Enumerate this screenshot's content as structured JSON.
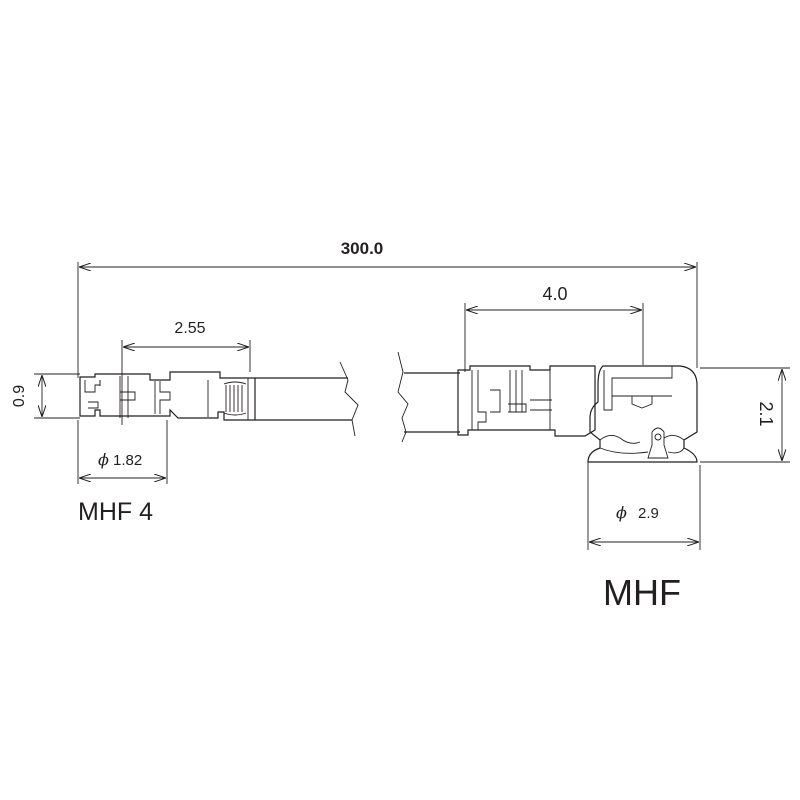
{
  "dimensions": {
    "overall_length": "300.0",
    "mhf_housing_length": "4.0",
    "mhf4_housing_length": "2.55",
    "mhf4_height": "0.9",
    "mhf_height": "2.1",
    "phi_symbol": "ϕ",
    "mhf4_diameter": "1.82",
    "mhf_diameter": "2.9"
  },
  "labels": {
    "left_connector": "MHF 4",
    "right_connector": "MHF"
  }
}
